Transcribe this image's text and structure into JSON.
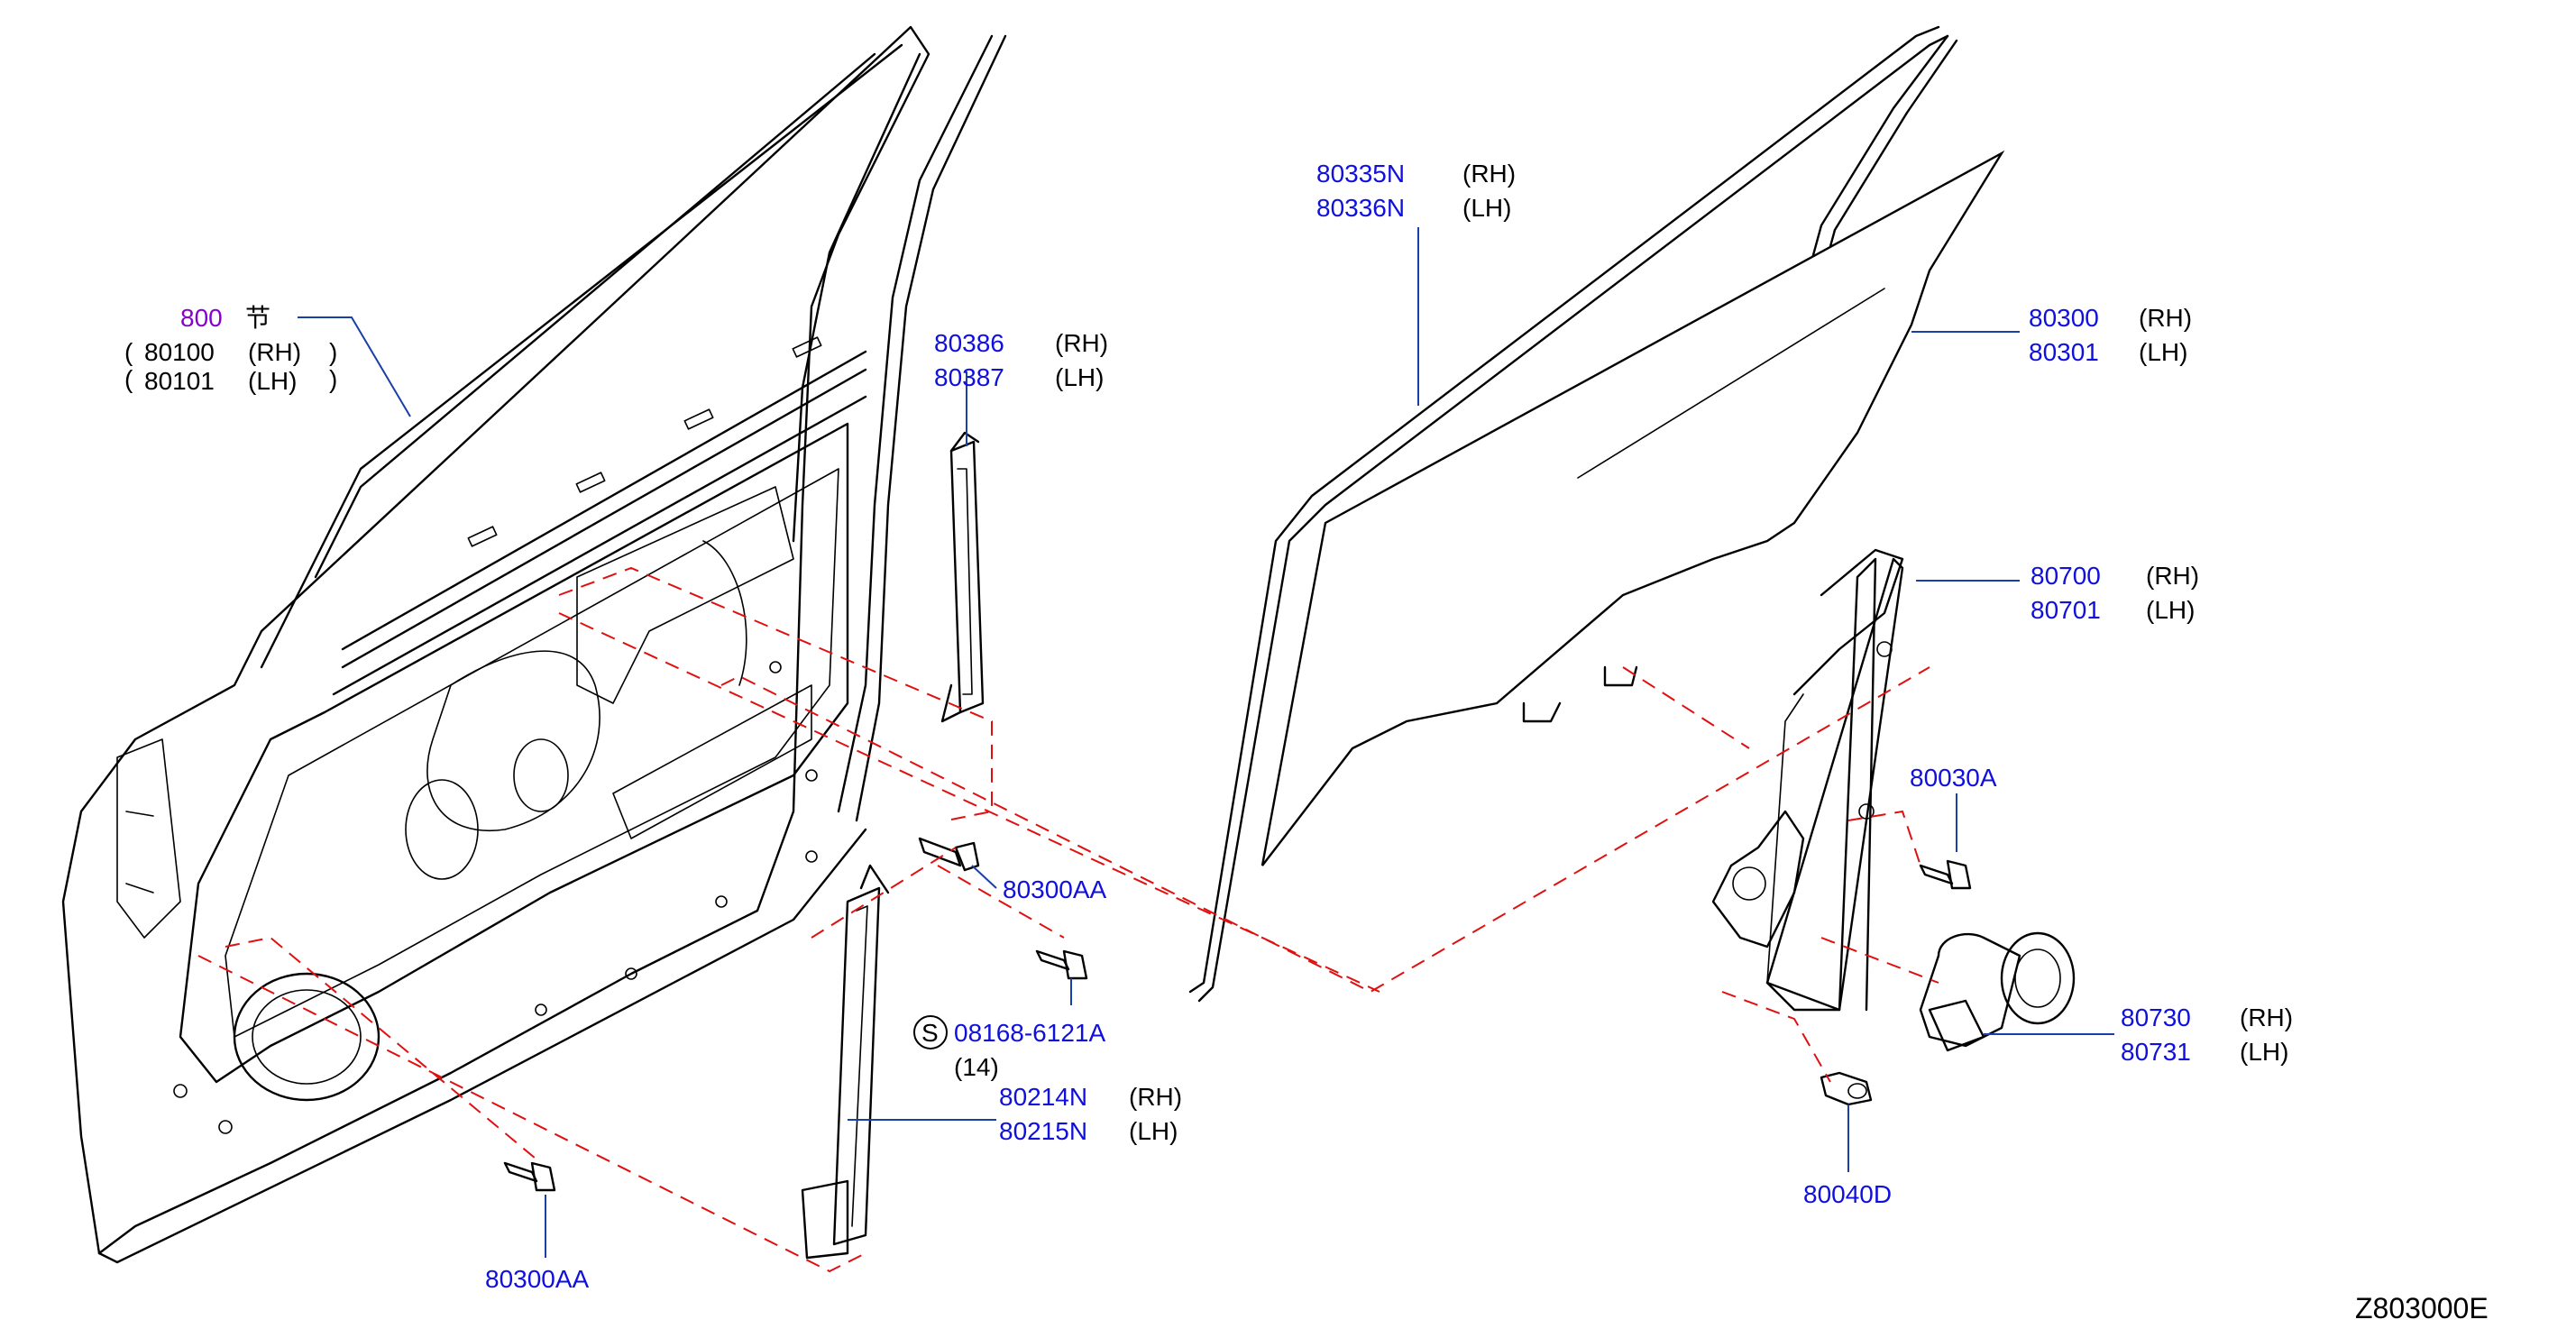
{
  "diagram_code": "Z803000E",
  "callouts": {
    "door_panel": {
      "group_no": "800",
      "group_symbol": "节",
      "rh_part": "80100",
      "rh_side": "(RH)",
      "lh_part": "80101",
      "lh_side": "(LH)"
    },
    "sash_rear": {
      "rh_part": "80386",
      "rh_side": "(RH)",
      "lh_part": "80387",
      "lh_side": "(LH)"
    },
    "glass_run": {
      "rh_part": "80335N",
      "rh_side": "(RH)",
      "lh_part": "80336N",
      "lh_side": "(LH)"
    },
    "door_glass": {
      "rh_part": "80300",
      "rh_side": "(RH)",
      "lh_part": "80301",
      "lh_side": "(LH)"
    },
    "regulator": {
      "rh_part": "80700",
      "rh_side": "(RH)",
      "lh_part": "80701",
      "lh_side": "(LH)"
    },
    "bolt_80030a": {
      "part": "80030A"
    },
    "bolt_80300aa_upper": {
      "part": "80300AA"
    },
    "bolt_08168": {
      "symbol": "S",
      "part": "08168-6121A",
      "qty": "(14)"
    },
    "sash_front": {
      "rh_part": "80214N",
      "rh_side": "(RH)",
      "lh_part": "80215N",
      "lh_side": "(LH)"
    },
    "motor": {
      "rh_part": "80730",
      "rh_side": "(RH)",
      "lh_part": "80731",
      "lh_side": "(LH)"
    },
    "bolt_80040d": {
      "part": "80040D"
    },
    "bolt_80300aa_lower": {
      "part": "80300AA"
    }
  }
}
